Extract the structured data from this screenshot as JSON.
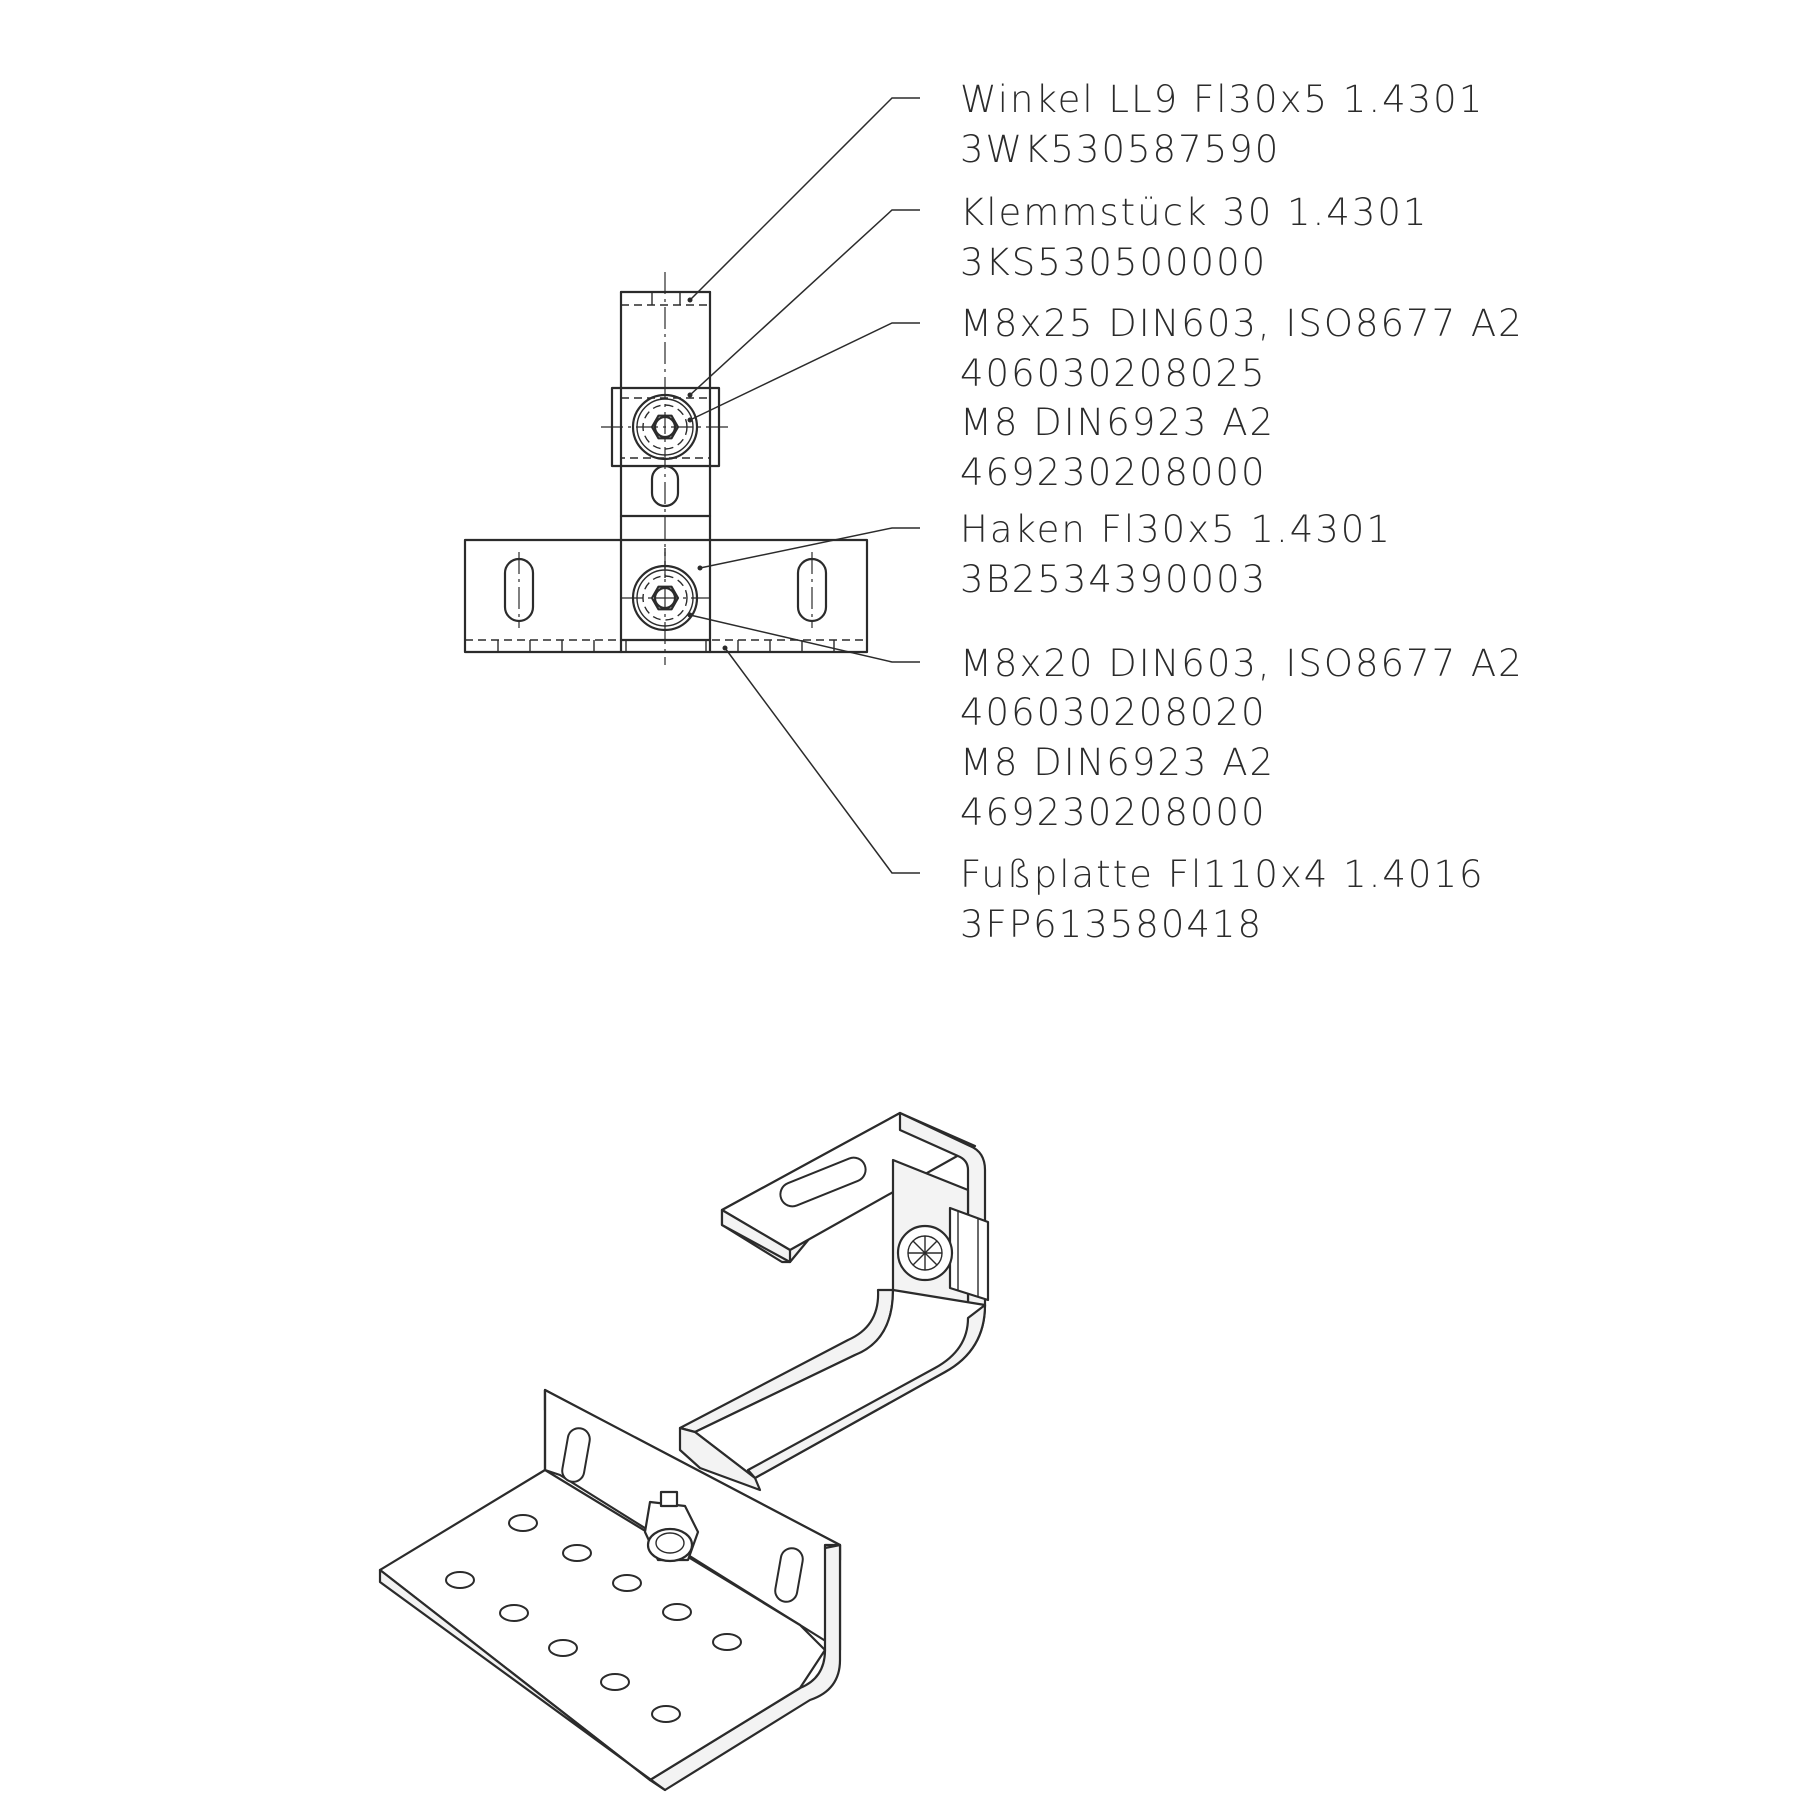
{
  "parts": [
    {
      "id": "winkel",
      "lines": [
        "Winkel  LL9  Fl30x5 1.4301",
        "3WK530587590"
      ]
    },
    {
      "id": "klemmstueck",
      "lines": [
        "Klemmstück 30  1.4301",
        "3KS530500000"
      ]
    },
    {
      "id": "schraube-m8x25",
      "lines": [
        "M8x25 DIN603, ISO8677  A2",
        "406030208025",
        "M8 DIN6923  A2",
        "469230208000"
      ]
    },
    {
      "id": "haken",
      "lines": [
        "Haken  Fl30x5  1.4301",
        "3B2534390003"
      ]
    },
    {
      "id": "schraube-m8x20",
      "lines": [
        "M8x20 DIN603, ISO8677  A2",
        "406030208020",
        "M8 DIN6923  A2",
        "469230208000"
      ]
    },
    {
      "id": "fussplatte",
      "lines": [
        "Fußplatte  Fl110x4 1.4016",
        "3FP613580418"
      ]
    }
  ]
}
